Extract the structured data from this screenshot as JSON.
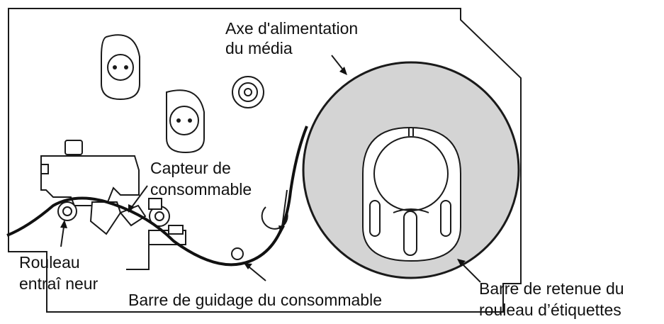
{
  "labels": {
    "media_spindle_line1": "Axe d'alimentation",
    "media_spindle_line2": "du média",
    "media_sensor_line1": "Capteur de",
    "media_sensor_line2": "consommable",
    "drive_roller_line1": "Rouleau",
    "drive_roller_line2": "entraî neur",
    "media_guide_bar": "Barre de guidage du consommable",
    "label_roll_holder_line1": "Barre de retenue du",
    "label_roll_holder_line2": "rouleau d’étiquettes"
  },
  "colors": {
    "roll_fill": "#d4d4d4",
    "stroke": "#1a1a1a",
    "background": "#ffffff"
  }
}
